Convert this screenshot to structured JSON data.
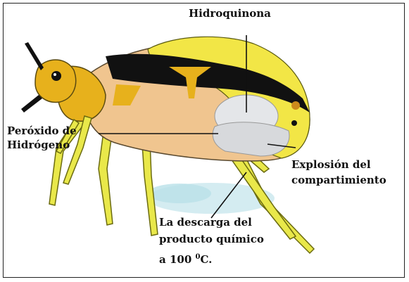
{
  "labels": {
    "hydroquinone": "Hidroquinona",
    "peroxide_line1": "Peróxido de",
    "peroxide_line2": "Hidrógeno",
    "explosion_line1": "Explosión del",
    "explosion_line2": "compartimiento",
    "discharge_line1": "La descarga del",
    "discharge_line2": "producto químico",
    "discharge_line3_prefix": "a 100 ",
    "discharge_line3_sup": "0",
    "discharge_line3_suffix": "C."
  },
  "colors": {
    "head": "#e7b11c",
    "body_tan": "#f0c58f",
    "leg_yellow": "#e9e84a",
    "shell_yellow": "#f2e646",
    "shell_black": "#111111",
    "chamber_gray": "#d7d9dc",
    "spray_blue": "#bfe3ea"
  }
}
